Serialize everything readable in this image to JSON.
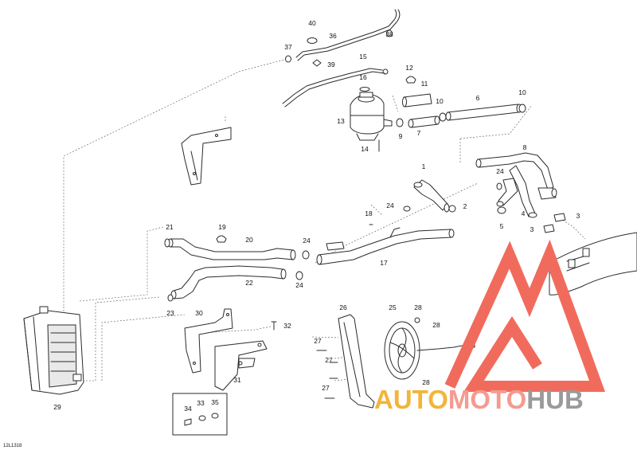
{
  "diagram": {
    "callouts": [
      "40",
      "36",
      "38",
      "37",
      "39",
      "15",
      "12",
      "16",
      "11",
      "10",
      "6",
      "10",
      "13",
      "9",
      "7",
      "14",
      "8",
      "24",
      "1",
      "18",
      "24",
      "2",
      "4",
      "3",
      "5",
      "3",
      "21",
      "19",
      "20",
      "24",
      "24",
      "17",
      "23",
      "22",
      "26",
      "25",
      "28",
      "30",
      "32",
      "27",
      "28",
      "27",
      "27",
      "31",
      "29",
      "33",
      "35",
      "34",
      "28"
    ],
    "drawing_code": "12L1318"
  },
  "watermark": {
    "part_a": "AUTO",
    "part_b": "MOTO",
    "part_c": "HUB",
    "colors": {
      "auto": "#f2b53a",
      "moto": "#f59a8f",
      "hub": "#9a9a9a",
      "triangle": "#f16b5d"
    }
  }
}
